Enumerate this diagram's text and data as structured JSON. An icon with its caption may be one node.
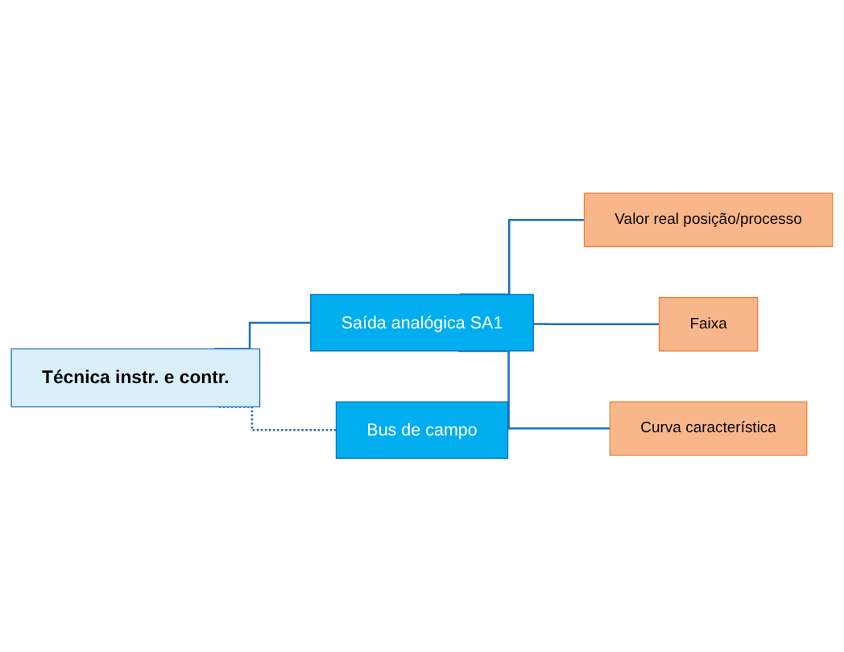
{
  "diagram": {
    "nodes": [
      {
        "text": [
          "Técnica instr. e contr."
        ]
      },
      {
        "text": [
          "Saída analógica SA1"
        ]
      },
      {
        "text": [
          "Valor real posição/processo"
        ]
      },
      {
        "text": [
          "Faixa"
        ]
      },
      {
        "text": [
          "Curva característica"
        ]
      },
      {
        "text": [
          "Bus de campo"
        ]
      }
    ],
    "edges": [
      {
        "from": 0,
        "to": 1,
        "arrow": "none"
      },
      {
        "from": 1,
        "to": 2,
        "arrow": "none"
      },
      {
        "from": 1,
        "to": 3,
        "arrow": "none"
      },
      {
        "from": 1,
        "to": 4,
        "arrow": "none"
      },
      {
        "from": 0,
        "to": 5,
        "arrow": "none",
        "style": "dashed"
      }
    ]
  }
}
